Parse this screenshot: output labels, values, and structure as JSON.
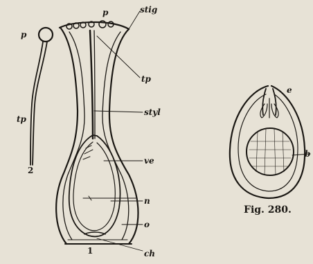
{
  "left_figure": {
    "labels": {
      "stig": "stig",
      "p_top": "p",
      "p_left": "p",
      "tp_left": "tp",
      "tp_right": "tp",
      "styl": "styl",
      "ve": "ve",
      "n": "n",
      "o": "o",
      "ch": "ch",
      "fig1_num": "1",
      "fig2_num": "2"
    }
  },
  "right_figure": {
    "labels": {
      "e": "e",
      "b": "b"
    },
    "caption": "Fig. 280."
  },
  "colors": {
    "paper": "#e7e2d6",
    "ink": "#1a1713"
  }
}
